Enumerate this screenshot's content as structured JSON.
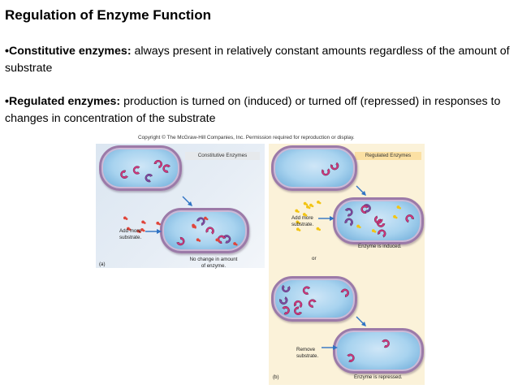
{
  "slide": {
    "title": "Regulation of Enzyme Function",
    "bullets": [
      {
        "term": "•Constitutive enzymes:",
        "text": "  always present in relatively constant amounts regardless of the amount of substrate"
      },
      {
        "term": "•Regulated enzymes:",
        "text": "  production is turned on (induced) or turned off  (repressed) in responses to changes in concentration of the substrate"
      }
    ]
  },
  "figure": {
    "copyright": "Copyright © The McGraw-Hill Companies, Inc. Permission required for reproduction or display.",
    "panel_a": {
      "header": "Constitutive Enzymes",
      "add_label": "Add more substrate.",
      "result_label": "No change in amount of enzyme.",
      "part_label": "(a)"
    },
    "panel_b": {
      "header": "Regulated Enzymes",
      "add_label": "Add more substrate.",
      "induced_label": "Enzyme is induced.",
      "or_label": "or",
      "remove_label": "Remove substrate.",
      "repressed_label": "Enzyme is repressed.",
      "part_label": "(b)"
    },
    "colors": {
      "enzyme": "#d2367e",
      "enzyme_alt": "#7a4aa8",
      "substrate_red": "#e0453a",
      "substrate_yellow": "#f2c413",
      "arrow": "#2f73c4",
      "cell_membrane": "#9c7aa8",
      "cell_fill": "#a8d3ef",
      "panel_b_bg": "#fbf2d9",
      "panel_b_tag": "#fbe0a3"
    }
  }
}
